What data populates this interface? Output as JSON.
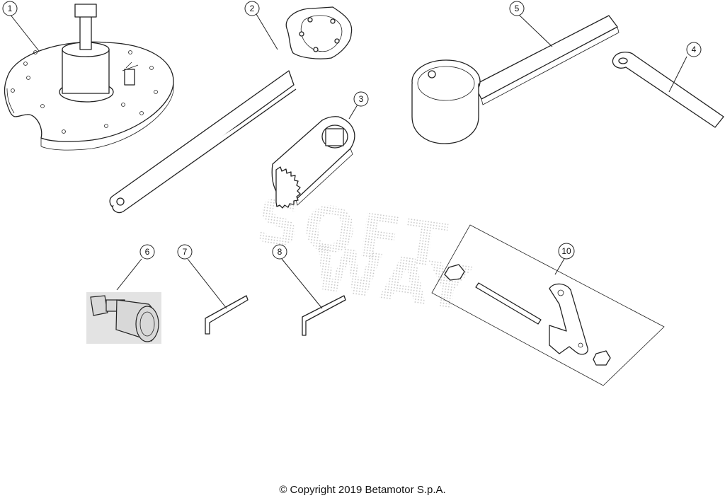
{
  "callouts": [
    {
      "id": "1",
      "label": "1"
    },
    {
      "id": "2",
      "label": "2"
    },
    {
      "id": "3",
      "label": "3"
    },
    {
      "id": "4",
      "label": "4"
    },
    {
      "id": "5",
      "label": "5"
    },
    {
      "id": "6",
      "label": "6"
    },
    {
      "id": "7",
      "label": "7"
    },
    {
      "id": "8",
      "label": "8"
    },
    {
      "id": "10",
      "label": "10"
    }
  ],
  "watermark": {
    "line1": "SOFT",
    "line2": "WAY"
  },
  "footer": {
    "copyright": "© Copyright 2019 Betamotor S.p.A."
  },
  "colors": {
    "line": "#222222",
    "background": "#ffffff",
    "watermark": "#bdbdbd"
  }
}
